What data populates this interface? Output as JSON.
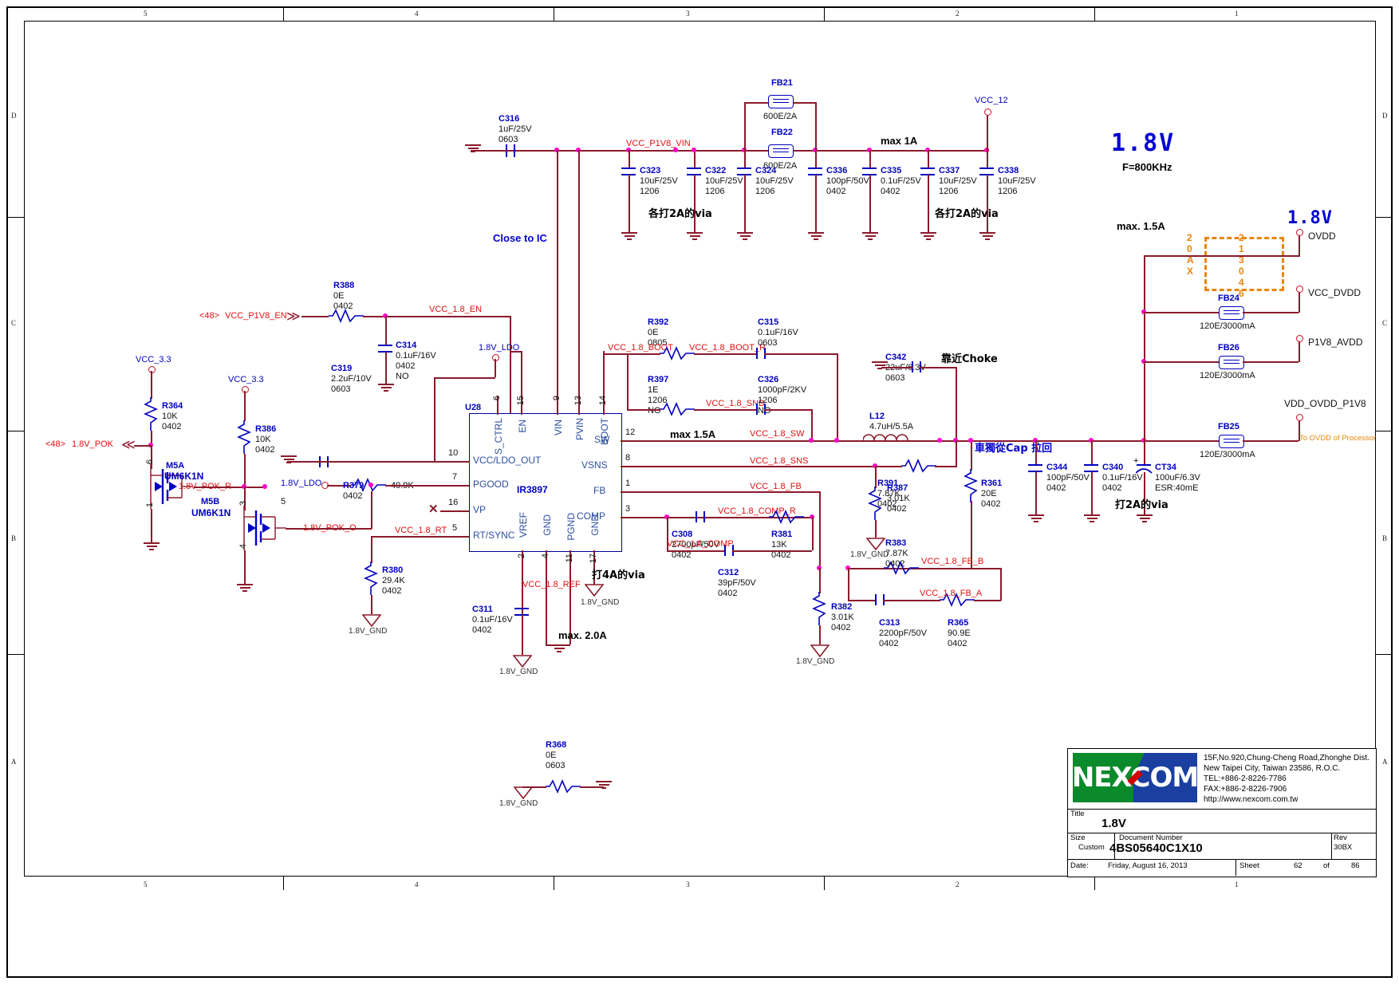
{
  "sheet": {
    "zones_top": [
      "5",
      "4",
      "3",
      "2",
      "1"
    ],
    "zones_side": [
      "D",
      "C",
      "B",
      "A"
    ]
  },
  "title_block": {
    "company": "NEXCOM",
    "address_lines": [
      "15F,No.920,Chung-Cheng Road,Zhonghe Dist.",
      "New Taipei City, Taiwan 23586, R.O.C.",
      "TEL:+886-2-8226-7786",
      "FAX:+886-2-8226-7906",
      "http://www.nexcom.com.tw"
    ],
    "title_label": "Title",
    "title_value": "1.8V",
    "size_label": "Size",
    "size_value": "Custom",
    "docnum_label": "Document Number",
    "docnum_value": "4BS05640C1X10",
    "rev_label": "Rev",
    "rev_value": "30BX",
    "date_label": "Date:",
    "date_value": "Friday, August 16, 2013",
    "sheet_label": "Sheet",
    "sheet_num": "62",
    "sheet_of": "of",
    "sheet_total": "86"
  },
  "headings": {
    "rail_1v8_top": "1.8V",
    "freq": "F=800KHz",
    "rail_1v8_right": "1.8V",
    "close_to_ic": "Close to IC",
    "max_1a": "max 1A",
    "max_1p5a_left": "max 1.5A",
    "max_1p5a_right": "max. 1.5A",
    "max_2p0a": "max. 2.0A",
    "cjk_via_2a_left": "各打2A的via",
    "cjk_via_2a_right": "各打2A的via",
    "cjk_via_4a": "打4A的via",
    "cjk_via_2a_out": "打2A的via",
    "cjk_near_choke": "靠近Choke",
    "cjk_cap_pull": "車獨從Cap 拉回",
    "to_ovdd_note": "To OVDD of Processor"
  },
  "ic": {
    "refdes": "U28",
    "part": "IR3897",
    "pins_top": [
      {
        "num": "6",
        "name": "S_CTRL"
      },
      {
        "num": "15",
        "name": "EN"
      },
      {
        "num": "9",
        "name": "VIN"
      },
      {
        "num": "13",
        "name": "PVIN"
      },
      {
        "num": "14",
        "name": "BOOT"
      }
    ],
    "pins_left": [
      {
        "num": "10",
        "name": "VCC/LDO_OUT"
      },
      {
        "num": "7",
        "name": "PGOOD"
      },
      {
        "num": "16",
        "name": "VP"
      },
      {
        "num": "5",
        "name": "RT/SYNC"
      }
    ],
    "pins_right": [
      {
        "num": "12",
        "name": "SW"
      },
      {
        "num": "8",
        "name": "VSNS"
      },
      {
        "num": "1",
        "name": "FB"
      },
      {
        "num": "3",
        "name": "COMP"
      }
    ],
    "pins_bottom": [
      {
        "num": "2",
        "name": "VREF"
      },
      {
        "num": "4",
        "name": "GND"
      },
      {
        "num": "11",
        "name": "PGND"
      },
      {
        "num": "17",
        "name": "GND"
      }
    ]
  },
  "components": {
    "C316": {
      "ref": "C316",
      "value": "1uF/25V",
      "pkg": "0603"
    },
    "C323": {
      "ref": "C323",
      "value": "10uF/25V",
      "pkg": "1206"
    },
    "C322": {
      "ref": "C322",
      "value": "10uF/25V",
      "pkg": "1206"
    },
    "C324": {
      "ref": "C324",
      "value": "10uF/25V",
      "pkg": "1206"
    },
    "C336": {
      "ref": "C336",
      "value": "100pF/50V",
      "pkg": "0402"
    },
    "C335": {
      "ref": "C335",
      "value": "0.1uF/25V",
      "pkg": "0402"
    },
    "C337": {
      "ref": "C337",
      "value": "10uF/25V",
      "pkg": "1206"
    },
    "C338": {
      "ref": "C338",
      "value": "10uF/25V",
      "pkg": "1206"
    },
    "FB21": {
      "ref": "FB21",
      "value": "600E/2A"
    },
    "FB22": {
      "ref": "FB22",
      "value": "600E/2A"
    },
    "FB24": {
      "ref": "FB24",
      "value": "120E/3000mA"
    },
    "FB26": {
      "ref": "FB26",
      "value": "120E/3000mA"
    },
    "FB25": {
      "ref": "FB25",
      "value": "120E/3000mA"
    },
    "R364": {
      "ref": "R364",
      "value": "10K",
      "pkg": "0402"
    },
    "R386": {
      "ref": "R386",
      "value": "10K",
      "pkg": "0402"
    },
    "R388": {
      "ref": "R388",
      "value": "0E",
      "pkg": "0402"
    },
    "C314": {
      "ref": "C314",
      "value": "0.1uF/16V",
      "pkg": "0402",
      "note": "NO"
    },
    "C319": {
      "ref": "C319",
      "value": "2.2uF/10V",
      "pkg": "0603"
    },
    "R379": {
      "ref": "R379",
      "value": "49.9K",
      "pkg": "0402"
    },
    "R380": {
      "ref": "R380",
      "value": "29.4K",
      "pkg": "0402"
    },
    "C311": {
      "ref": "C311",
      "value": "0.1uF/16V",
      "pkg": "0402"
    },
    "R368": {
      "ref": "R368",
      "value": "0E",
      "pkg": "0603"
    },
    "R392": {
      "ref": "R392",
      "value": "0E",
      "pkg": "0805"
    },
    "C315": {
      "ref": "C315",
      "value": "0.1uF/16V",
      "pkg": "0603"
    },
    "R397": {
      "ref": "R397",
      "value": "1E",
      "pkg": "1206",
      "note": "NO"
    },
    "C326": {
      "ref": "C326",
      "value": "1000pF/2KV",
      "pkg": "1206",
      "note": "NO"
    },
    "C342": {
      "ref": "C342",
      "value": "22uF/6.3V",
      "pkg": "0603"
    },
    "L12": {
      "ref": "L12",
      "value": "4.7uH/5.5A"
    },
    "R391": {
      "ref": "R391",
      "value": "7.87K",
      "pkg": "0402"
    },
    "R387": {
      "ref": "R387",
      "value": "3.01K",
      "pkg": "0402"
    },
    "R361": {
      "ref": "R361",
      "value": "20E",
      "pkg": "0402"
    },
    "C344": {
      "ref": "C344",
      "value": "100pF/50V",
      "pkg": "0402"
    },
    "C340": {
      "ref": "C340",
      "value": "0.1uF/16V",
      "pkg": "0402"
    },
    "CT34": {
      "ref": "CT34",
      "value": "100uF/6.3V",
      "pkg": "ESR:40mE"
    },
    "C308": {
      "ref": "C308",
      "value": "2700pF/50V",
      "pkg": "0402"
    },
    "R381": {
      "ref": "R381",
      "value": "13K",
      "pkg": "0402"
    },
    "C312": {
      "ref": "C312",
      "value": "39pF/50V",
      "pkg": "0402"
    },
    "R383": {
      "ref": "R383",
      "value": "7.87K",
      "pkg": "0402"
    },
    "R382": {
      "ref": "R382",
      "value": "3.01K",
      "pkg": "0402"
    },
    "C313": {
      "ref": "C313",
      "value": "2200pF/50V",
      "pkg": "0402"
    },
    "R365": {
      "ref": "R365",
      "value": "90.9E",
      "pkg": "0402"
    },
    "M5A": {
      "ref": "M5A",
      "value": "UM6K1N"
    },
    "M5B": {
      "ref": "M5B",
      "value": "UM6K1N"
    }
  },
  "nets": {
    "vcc_p1v8_vin": "VCC_P1V8_VIN",
    "vcc_12": "VCC_12",
    "vcc_33_a": "VCC_3.3",
    "vcc_33_b": "VCC_3.3",
    "pok_in": "1.8V_POK",
    "pok_in_ref": "<48>",
    "pok_r": "1.8V_POK_R",
    "pok_o": "1.8V_POK_O",
    "p1v8_en_ref": "<48>",
    "p1v8_en": "VCC_P1V8_EN",
    "vcc_1p8_en": "VCC_1.8_EN",
    "ldo_a": "1.8V_LDO",
    "ldo_b": "1.8V_LDO",
    "vcc_1p8_rt": "VCC_1.8_RT",
    "vcc_1p8_ref": "VCC_1.8_REF",
    "vcc_1p8_boot": "VCC_1.8_BOOT",
    "vcc_1p8_boot_r": "VCC_1.8_BOOT_R",
    "vcc_1p8_snb": "VCC_1.8_SNB",
    "vcc_1p8_sw": "VCC_1.8_SW",
    "vcc_1p8_sns": "VCC_1.8_SNS",
    "vcc_1p8_fb": "VCC_1.8_FB",
    "vcc_1p8_comp_r": "VCC_1.8_COMP_R",
    "vcc_1p8_comp": "VCC_1.8_COMP",
    "vcc_1p8_fb_b": "VCC_1.8_FB_B",
    "vcc_1p8_fb_a": "VCC_1.8_FB_A",
    "gnd_1p8": "1.8V_GND"
  },
  "output_ports": {
    "ovdd": "OVDD",
    "vcc_dvdd": "VCC_DVDD",
    "p1v8_avdd": "P1V8_AVDD",
    "vdd_ovdd_p1v8": "VDD_OVDD_P1V8"
  },
  "orange_note": {
    "left_col": "20AX",
    "right_col": "213046"
  }
}
